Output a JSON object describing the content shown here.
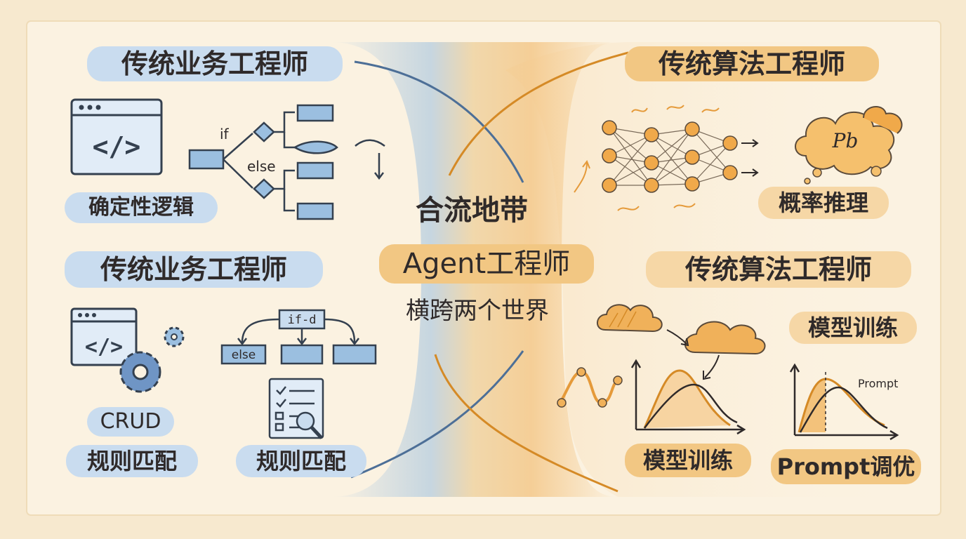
{
  "palette": {
    "background": "#f7e9cf",
    "card": "#fbf2e1",
    "blue_accent": "#9bbfe0",
    "blue_dark": "#4d6f97",
    "orange_accent": "#f0b15a",
    "orange_dark": "#d58a26",
    "ink": "#2f2a2a"
  },
  "left_top": {
    "title": "传统业务工程师",
    "code_icon_text": "</>",
    "if_label": "if",
    "else_label": "else",
    "caption": "确定性逻辑"
  },
  "left_bottom": {
    "title": "传统业务工程师",
    "code_icon_text": "</>",
    "if_box": "if-d",
    "else_box": "else",
    "crud": "CRUD",
    "caption_left": "规则匹配",
    "caption_right": "规则匹配"
  },
  "center": {
    "zone": "合流地带",
    "role": "Agent工程师",
    "subtitle": "横跨两个世界"
  },
  "right_top": {
    "title": "传统算法工程师",
    "cloud_text": "Pb",
    "caption": "概率推理"
  },
  "right_bottom": {
    "title": "传统算法工程师",
    "training_label_top": "模型训练",
    "prompt_label": "Prompt",
    "caption_left": "模型训练",
    "caption_right": "Prompt调优"
  },
  "icons": [
    "code-window-icon",
    "flowchart-icon",
    "gear-icon",
    "checklist-search-icon",
    "neural-network-icon",
    "thought-cloud-icon",
    "cloud-icon",
    "distribution-chart-icon"
  ]
}
